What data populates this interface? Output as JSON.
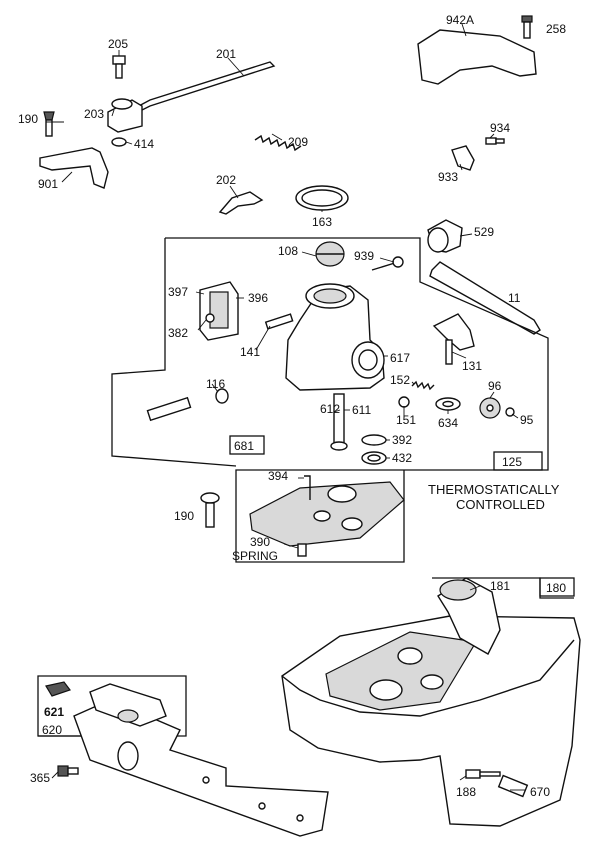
{
  "labels": {
    "p205": "205",
    "p201": "201",
    "p942a": "942A",
    "p258": "258",
    "p190a": "190",
    "p203": "203",
    "p414": "414",
    "p209": "209",
    "p934": "934",
    "p901": "901",
    "p933": "933",
    "p202": "202",
    "p163": "163",
    "p108": "108",
    "p939": "939",
    "p529": "529",
    "p397": "397",
    "p396": "396",
    "p11": "11",
    "p382": "382",
    "p141": "141",
    "p617": "617",
    "p131": "131",
    "p116": "116",
    "p152": "152",
    "p96": "96",
    "p151": "151",
    "p612": "612",
    "p611": "611",
    "p634": "634",
    "p95": "95",
    "p681": "681",
    "p392": "392",
    "p432": "432",
    "p125": "125",
    "p394": "394",
    "p190b": "190",
    "p390": "390",
    "p181": "181",
    "p180": "180",
    "p621": "621",
    "p620": "620",
    "p365": "365",
    "p188": "188",
    "p670": "670"
  },
  "notes": {
    "thermo_line1": "THERMOSTATICALLY",
    "thermo_line2": "CONTROLLED",
    "spring": "SPRING"
  }
}
